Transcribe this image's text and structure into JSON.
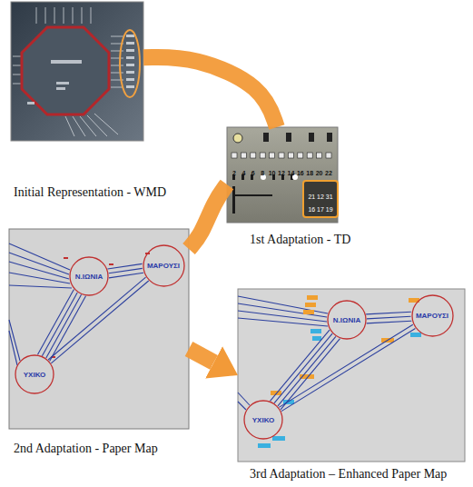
{
  "diagram": {
    "nodes": [
      {
        "text": [
          "Initial Representation - WMD"
        ]
      },
      {
        "text": [
          "1st Adaptation - TD"
        ]
      },
      {
        "text": [
          "2nd Adaptation - Paper Map"
        ]
      },
      {
        "text": [
          "Ν.ΙΩΝΙΑ"
        ],
        "in": 2
      },
      {
        "text": [
          "ΜΑΡΟΥΣΙ"
        ],
        "in": 2
      },
      {
        "text": [
          "ΥΧΙΚΟ"
        ],
        "in": 2
      },
      {
        "text": [
          "3rd Adaptation – Enhanced Paper Map"
        ]
      },
      {
        "text": [
          "Ν.ΙΩΝΙΑ"
        ],
        "in": 6
      },
      {
        "text": [
          "ΜΑΡΟΥΣΙ"
        ],
        "in": 6
      },
      {
        "text": [
          "ΥΧΙΚΟ"
        ],
        "in": 6
      }
    ],
    "edges": [
      {
        "from": 0,
        "to": 1,
        "arrow": "none"
      },
      {
        "from": 1,
        "to": 2,
        "arrow": "none"
      },
      {
        "from": 2,
        "to": 6,
        "arrow": "to"
      },
      {
        "from": 3,
        "to": 4,
        "arrow": "none"
      },
      {
        "from": 3,
        "to": 4,
        "arrow": "none"
      },
      {
        "from": 3,
        "to": 4,
        "arrow": "none"
      },
      {
        "from": 5,
        "to": 3,
        "arrow": "none"
      },
      {
        "from": 5,
        "to": 3,
        "arrow": "none"
      },
      {
        "from": 5,
        "to": 3,
        "arrow": "none"
      },
      {
        "from": 5,
        "to": 3,
        "arrow": "none"
      },
      {
        "from": 5,
        "to": 4,
        "arrow": "none"
      },
      {
        "from": 5,
        "to": 4,
        "arrow": "none"
      },
      {
        "from": 7,
        "to": 8,
        "arrow": "none"
      },
      {
        "from": 7,
        "to": 8,
        "arrow": "none"
      },
      {
        "from": 7,
        "to": 8,
        "arrow": "none"
      },
      {
        "from": 9,
        "to": 7,
        "arrow": "none"
      },
      {
        "from": 9,
        "to": 7,
        "arrow": "none"
      },
      {
        "from": 9,
        "to": 7,
        "arrow": "none"
      },
      {
        "from": 9,
        "to": 7,
        "arrow": "none"
      },
      {
        "from": 9,
        "to": 8,
        "arrow": "none"
      },
      {
        "from": 9,
        "to": 8,
        "arrow": "none"
      }
    ],
    "labels": [
      "2",
      "4",
      "6",
      "8",
      "10",
      "12",
      "14",
      "16",
      "18",
      "20",
      "22",
      "21 12 31",
      "16 17 19"
    ]
  }
}
